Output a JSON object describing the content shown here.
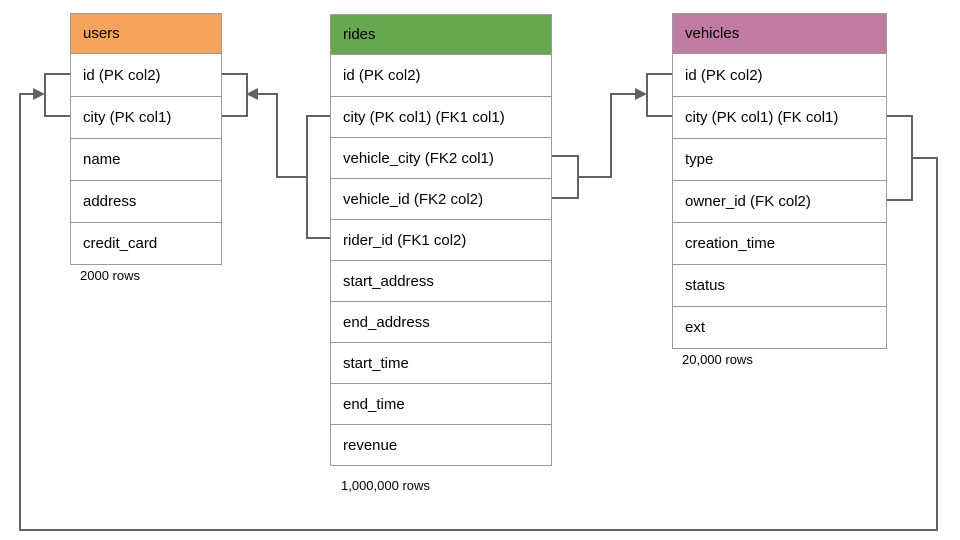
{
  "diagram": {
    "tables": [
      {
        "name": "users",
        "header_color": "#F6A45C",
        "columns": [
          "id (PK col2)",
          "city (PK col1)",
          "name",
          "address",
          "credit_card"
        ],
        "row_count_label": "2000 rows"
      },
      {
        "name": "rides",
        "header_color": "#66A84F",
        "columns": [
          "id (PK col2)",
          "city (PK col1) (FK1 col1)",
          "vehicle_city (FK2 col1)",
          "vehicle_id (FK2 col2)",
          "rider_id (FK1 col2)",
          "start_address",
          "end_address",
          "start_time",
          "end_time",
          "revenue"
        ],
        "row_count_label": "1,000,000 rows"
      },
      {
        "name": "vehicles",
        "header_color": "#C07BA0",
        "columns": [
          "id (PK col2)",
          "city (PK col1) (FK col1)",
          "type",
          "owner_id (FK col2)",
          "creation_time",
          "status",
          "ext"
        ],
        "row_count_label": "20,000 rows"
      }
    ],
    "relationships": [
      {
        "label": "FK1",
        "from_table": "rides",
        "from_columns": "city, rider_id",
        "to_table": "users",
        "to_columns": "id, city"
      },
      {
        "label": "FK2",
        "from_table": "rides",
        "from_columns": "vehicle_city, vehicle_id",
        "to_table": "vehicles",
        "to_columns": "id, city"
      },
      {
        "label": "FK",
        "from_table": "vehicles",
        "from_columns": "city, owner_id",
        "to_table": "users",
        "to_columns": "id, city"
      }
    ],
    "colors": {
      "connector": "#5F6368",
      "table_border": "#9B9B9B"
    }
  }
}
